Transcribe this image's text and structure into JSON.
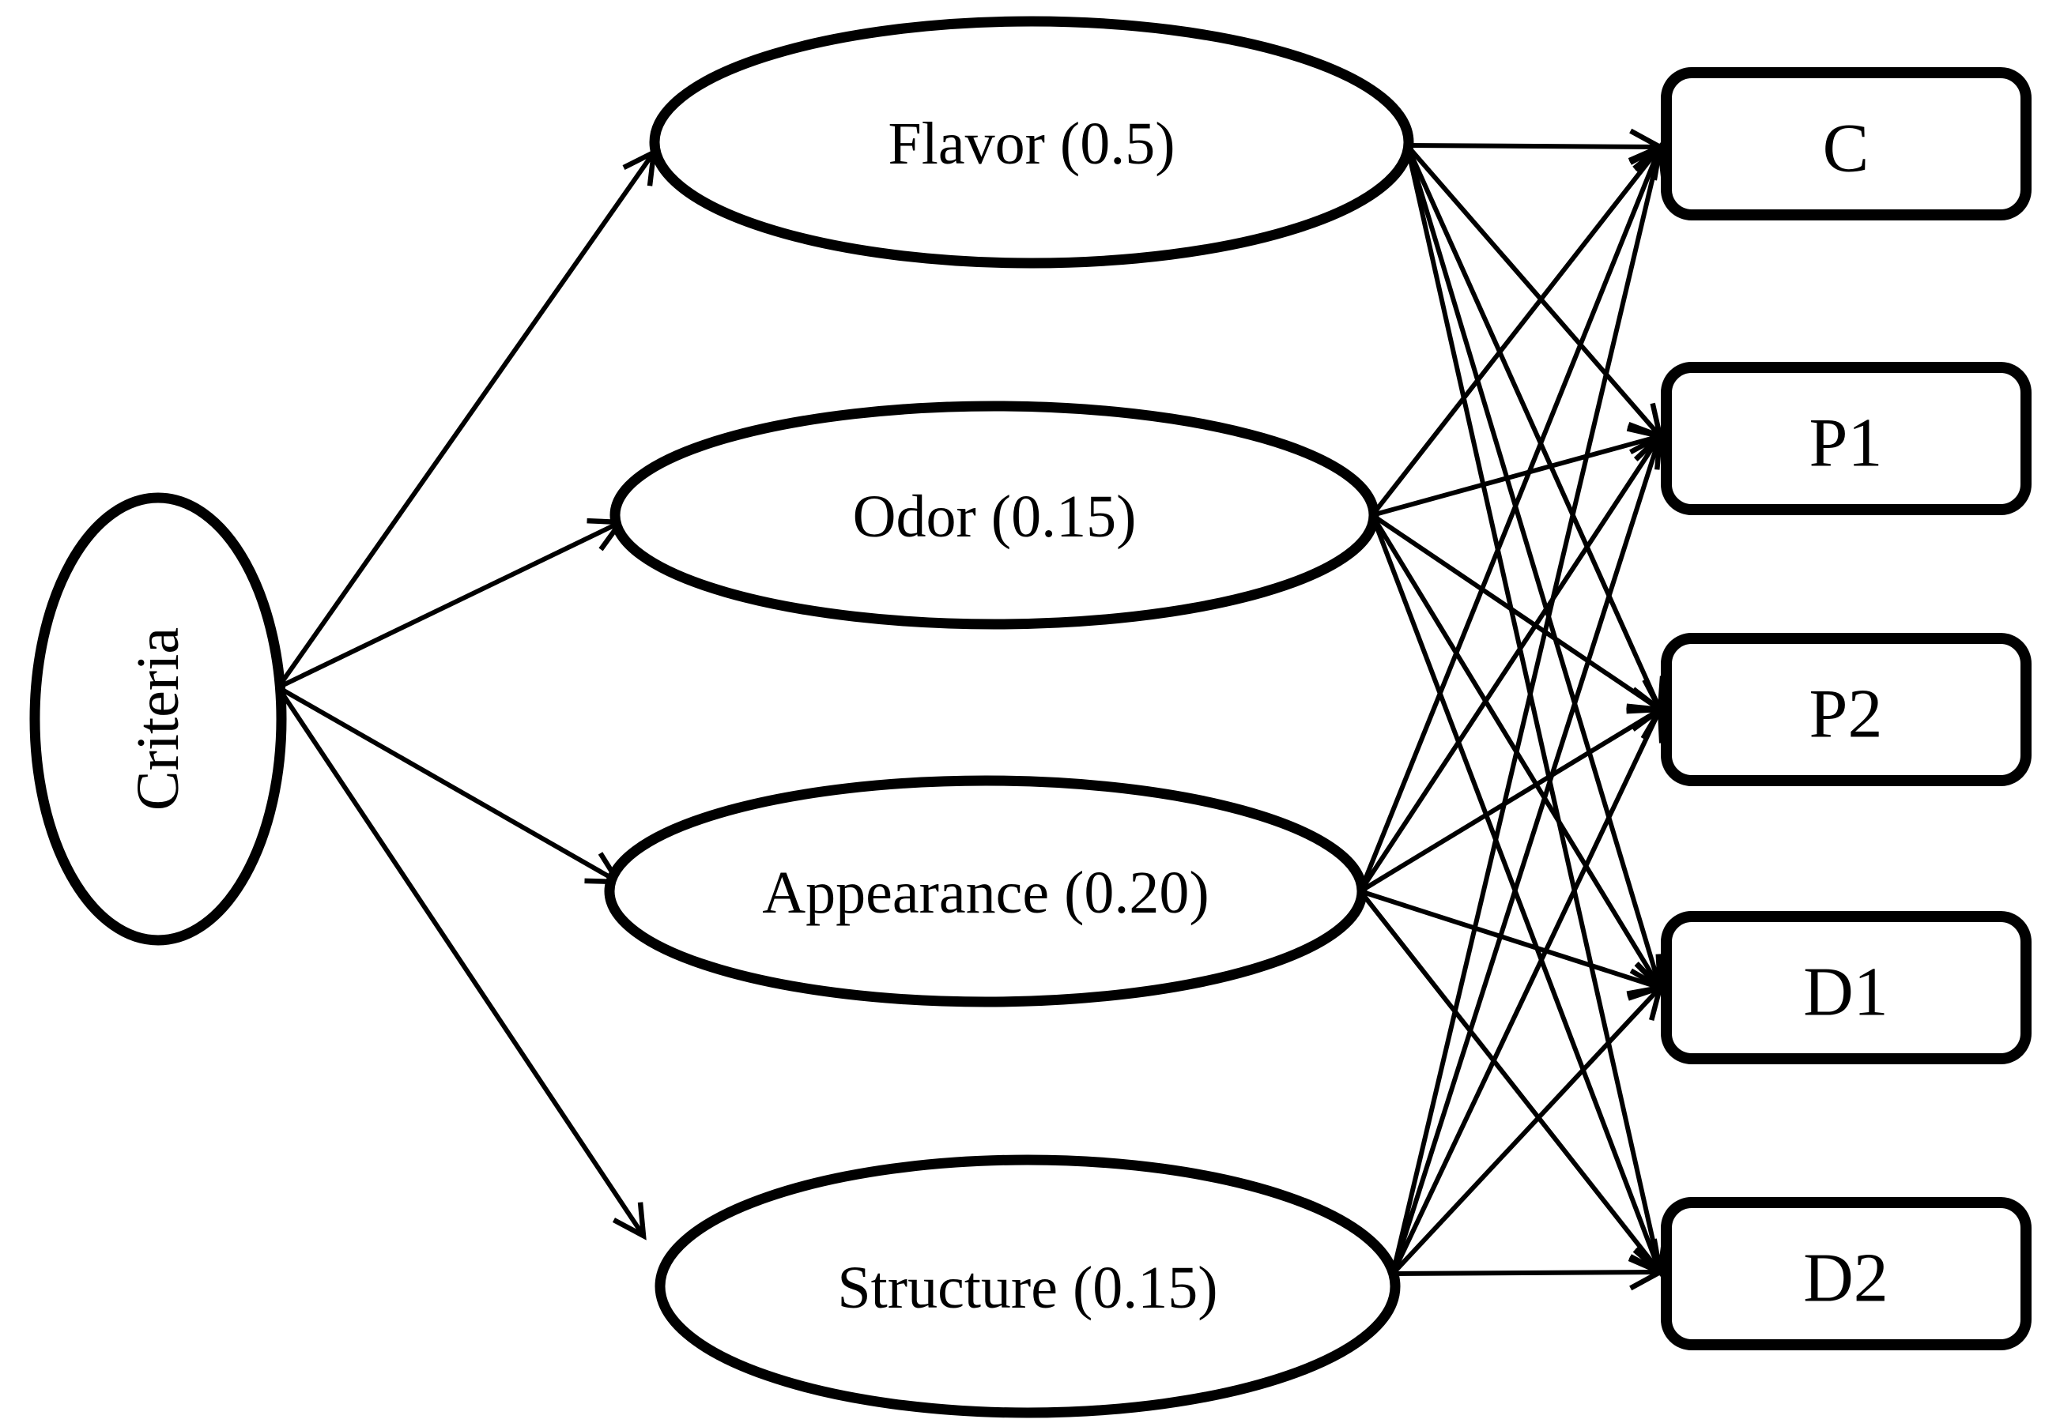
{
  "diagram": {
    "title": "AHP criteria hierarchy diagram",
    "colors": {
      "background": "#ffffff",
      "stroke": "#000000",
      "text": "#000000"
    },
    "root": {
      "label": "Criteria"
    },
    "criteria": [
      {
        "id": "flavor",
        "label": "Flavor (0.5)",
        "name": "Flavor",
        "weight": "0.5"
      },
      {
        "id": "odor",
        "label": "Odor (0.15)",
        "name": "Odor",
        "weight": "0.15"
      },
      {
        "id": "appearance",
        "label": "Appearance (0.20)",
        "name": "Appearance",
        "weight": "0.20"
      },
      {
        "id": "structure",
        "label": "Structure (0.15)",
        "name": "Structure",
        "weight": "0.15"
      }
    ],
    "alternatives": [
      {
        "id": "c",
        "label": "C"
      },
      {
        "id": "p1",
        "label": "P1"
      },
      {
        "id": "p2",
        "label": "P2"
      },
      {
        "id": "d1",
        "label": "D1"
      },
      {
        "id": "d2",
        "label": "D2"
      }
    ],
    "edges": {
      "root_to_criteria": [
        "Criteria→Flavor",
        "Criteria→Odor",
        "Criteria→Appearance",
        "Criteria→Structure"
      ],
      "criteria_to_alternatives": "each criterion connects to C, P1, P2, D1, D2"
    }
  }
}
